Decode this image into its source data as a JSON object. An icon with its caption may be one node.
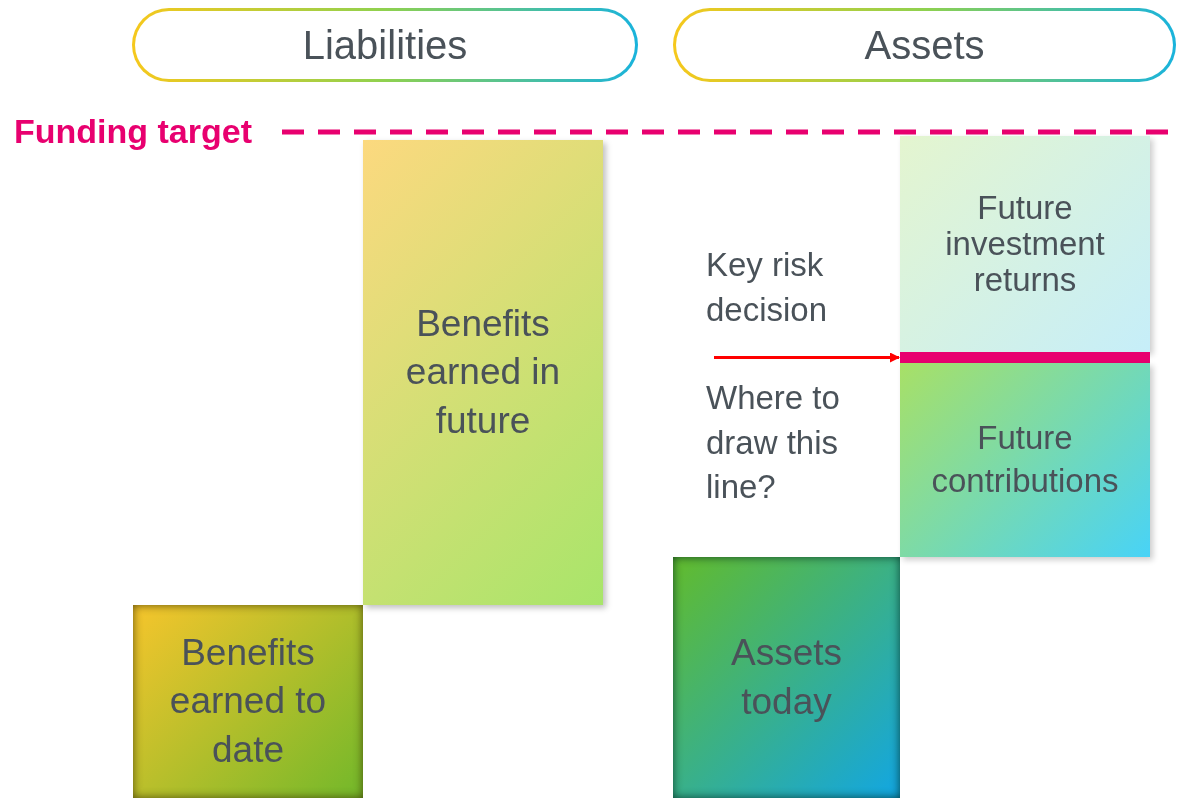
{
  "diagram": {
    "nodes": [
      {
        "text": [
          "Liabilities"
        ]
      },
      {
        "text": [
          "Assets"
        ]
      },
      {
        "text": [
          "Benefits earned in future"
        ]
      },
      {
        "text": [
          "Benefits earned to date"
        ]
      },
      {
        "text": [
          "Assets today"
        ]
      },
      {
        "text": [
          "Future investment returns"
        ]
      },
      {
        "text": [],
        "shape": "bar"
      },
      {
        "text": [
          "Future contributions"
        ]
      }
    ],
    "edges": [
      {
        "from": null,
        "to": 6,
        "arrow": "to"
      }
    ],
    "labels": [
      "Funding target",
      "Key risk decision",
      "Where to draw this line?"
    ]
  }
}
